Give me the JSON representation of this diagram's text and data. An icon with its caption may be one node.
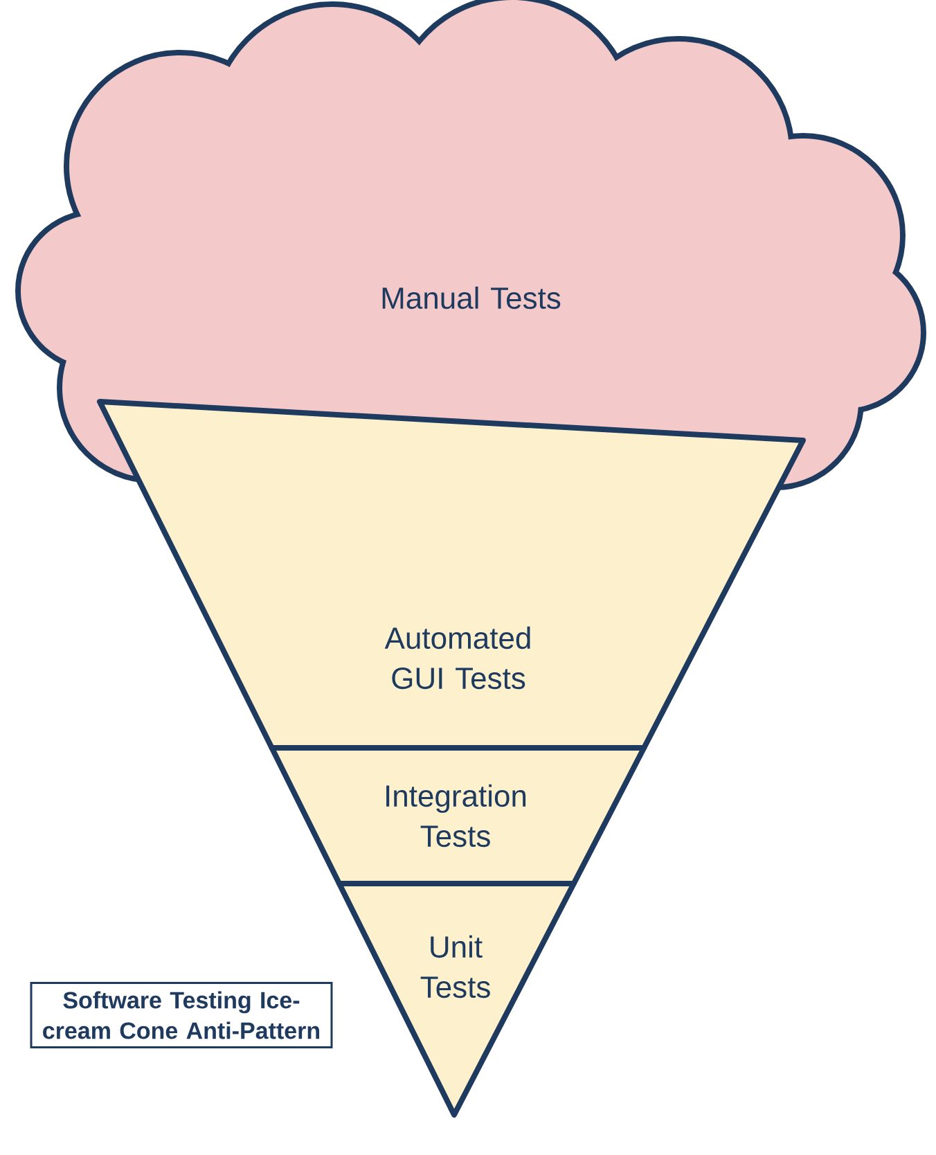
{
  "diagram": {
    "nodes": [
      {
        "text": [
          "Manual Tests"
        ]
      },
      {
        "text": [
          "Automated GUI Tests"
        ]
      },
      {
        "text": [
          "Integration Tests"
        ]
      },
      {
        "text": [
          "Unit Tests"
        ]
      },
      {
        "text": [
          "Software Testing Ice-cream Cone Anti-Pattern"
        ]
      }
    ]
  }
}
